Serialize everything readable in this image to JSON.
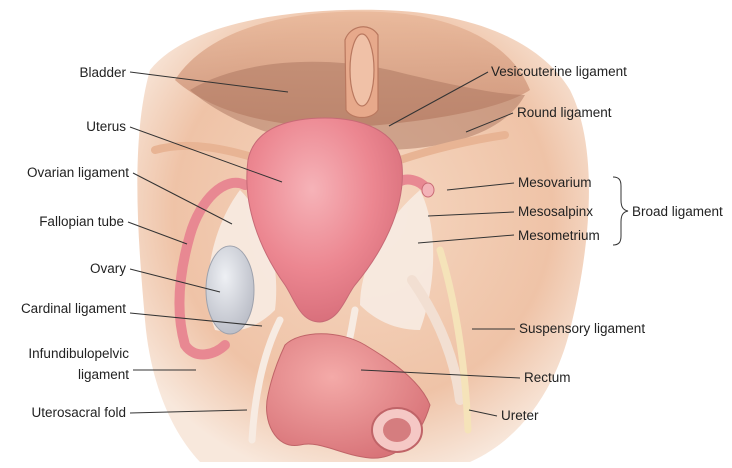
{
  "labels": {
    "bladder": "Bladder",
    "uterus": "Uterus",
    "ovarian_ligament": "Ovarian ligament",
    "fallopian_tube": "Fallopian tube",
    "ovary": "Ovary",
    "cardinal_ligament": "Cardinal ligament",
    "infundibulopelvic_line1": "Infundibulopelvic",
    "infundibulopelvic_line2": "ligament",
    "uterosacral_fold": "Uterosacral fold",
    "vesicouterine_ligament": "Vesicouterine ligament",
    "round_ligament": "Round ligament",
    "mesovarium": "Mesovarium",
    "mesosalpinx": "Mesosalpinx",
    "mesometrium": "Mesometrium",
    "broad_ligament": "Broad ligament",
    "suspensory_ligament": "Suspensory ligament",
    "rectum": "Rectum",
    "ureter": "Ureter"
  },
  "colors": {
    "background_tissue": "#f2cdb4",
    "uterus": "#ee8e98",
    "rectum": "#e98a8c",
    "ovary": "#d4d7de",
    "ligament": "#f6e6da",
    "leader_line": "#333333"
  }
}
